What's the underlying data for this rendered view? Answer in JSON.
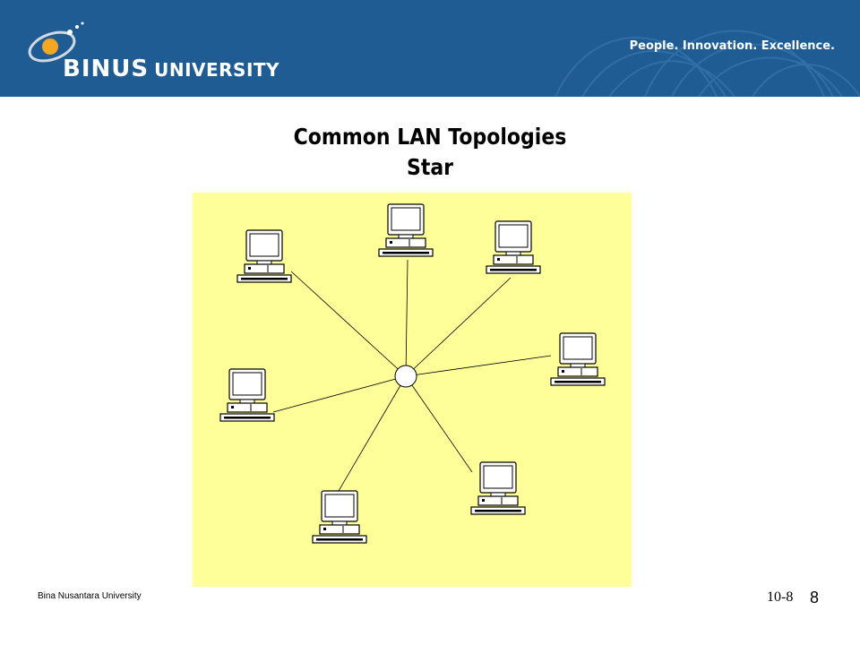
{
  "header": {
    "logo_main": "BINUS",
    "logo_sub": "UNIVERSITY",
    "tagline": "People. Innovation. Excellence.",
    "background_color": "#1f5c93"
  },
  "slide": {
    "title_line1": "Common LAN Topologies",
    "title_line2": "Star",
    "panel_color": "#ffff99"
  },
  "diagram": {
    "type": "star-topology",
    "center_node": "hub",
    "computers": [
      "computer",
      "computer",
      "computer",
      "computer",
      "computer",
      "computer",
      "computer"
    ],
    "icon": "desktop-computer-icon"
  },
  "footer": {
    "institution": "Bina Nusantara University",
    "slide_code": "10-8",
    "page_number": "8"
  }
}
